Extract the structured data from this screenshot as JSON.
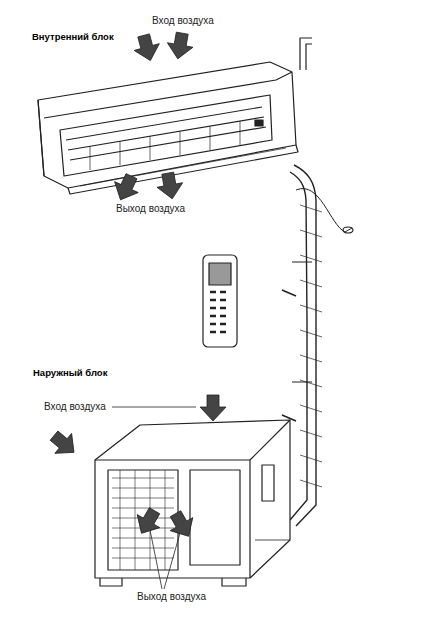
{
  "diagram": {
    "labels": [
      "Внутренний блок",
      "Вход воздуха",
      "Выход воздуха",
      "Наружный блок",
      "Вход воздуха",
      "Выход воздуха"
    ]
  }
}
